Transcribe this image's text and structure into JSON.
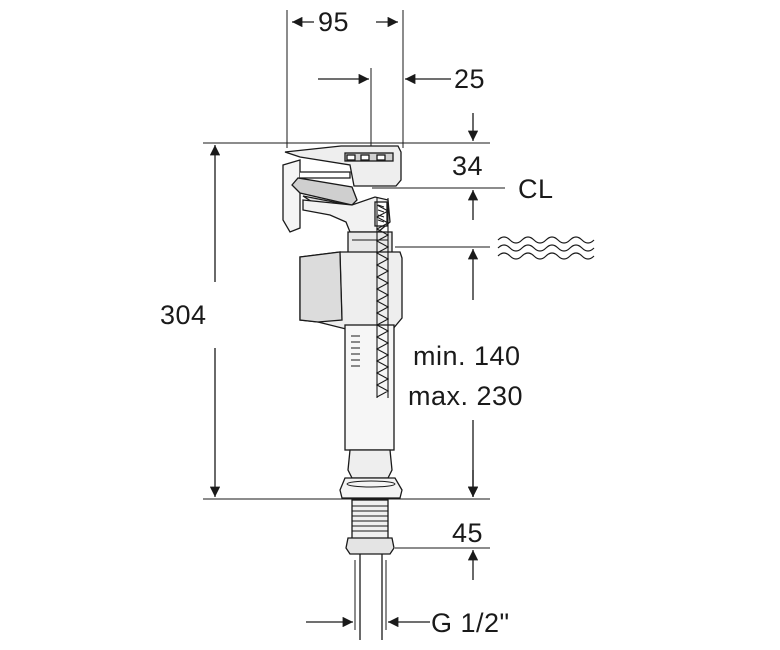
{
  "dimensions": {
    "width_top": "95",
    "offset_right": "25",
    "top_gap": "34",
    "centerline": "CL",
    "total_height": "304",
    "water_level_min": "min. 140",
    "water_level_max": "max. 230",
    "thread_length": "45",
    "thread_size": "G 1/2\""
  },
  "colors": {
    "line": "#1a1a1a",
    "fill_light": "#eeeeee",
    "fill_mid": "#cfcfcf",
    "background": "#ffffff"
  }
}
